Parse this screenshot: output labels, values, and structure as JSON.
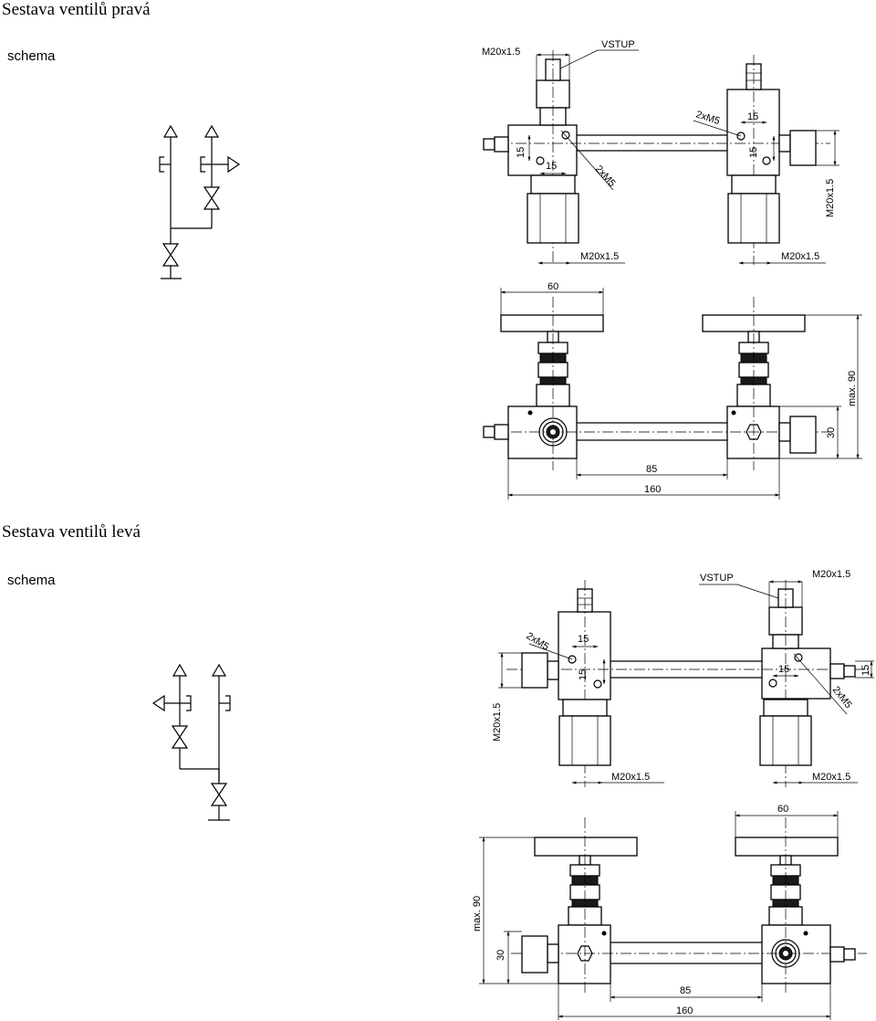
{
  "sections": [
    {
      "title": "Sestava ventilů pravá",
      "schema_label": "schema",
      "dims": {
        "m20_top": "M20x1.5",
        "vstup": "VSTUP",
        "m5_a": "2xM5",
        "m5_b": "2xM5",
        "d15_a": "15",
        "d15_b": "15",
        "d15_c": "15",
        "d15_d": "15",
        "m20_side": "M20x1.5",
        "m20_bottom_a": "M20x1.5",
        "m20_bottom_b": "M20x1.5",
        "d60": "60",
        "max90": "max. 90",
        "d30": "30",
        "d85": "85",
        "d160": "160"
      }
    },
    {
      "title": "Sestava ventilů levá",
      "schema_label": "schema",
      "dims": {
        "vstup": "VSTUP",
        "m20_top": "M20x1.5",
        "m5_a": "2xM5",
        "m5_b": "2xM5",
        "d15_a": "15",
        "d15_b": "15",
        "d15_c": "15",
        "d15_d": "15",
        "m20_side": "M20x1.5",
        "m20_bottom_a": "M20x1.5",
        "m20_bottom_b": "M20x1.5",
        "d60": "60",
        "max90": "max. 90",
        "d30": "30",
        "d85": "85",
        "d160": "160"
      }
    }
  ]
}
